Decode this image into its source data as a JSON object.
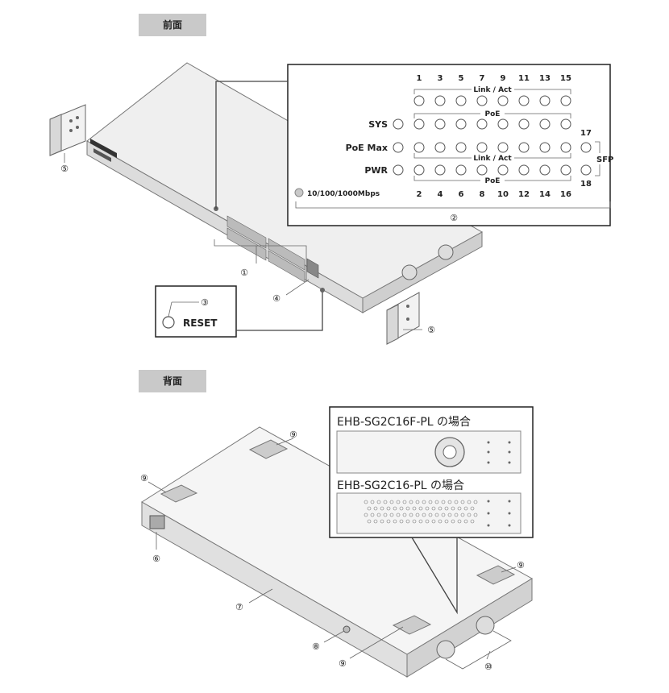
{
  "sections": {
    "front": "前面",
    "back": "背面"
  },
  "callouts": {
    "c1": "①",
    "c2": "②",
    "c3": "③",
    "c4": "④",
    "c5a": "⑤",
    "c5b": "⑤",
    "c6": "⑥",
    "c7": "⑦",
    "c8": "⑧",
    "c9a": "⑨",
    "c9b": "⑨",
    "c9c": "⑨",
    "c9d": "⑨",
    "c10": "⑩"
  },
  "led_panel": {
    "top_ports": [
      "1",
      "3",
      "5",
      "7",
      "9",
      "11",
      "13",
      "15"
    ],
    "bottom_ports": [
      "2",
      "4",
      "6",
      "8",
      "10",
      "12",
      "14",
      "16"
    ],
    "link_act_top": "Link / Act",
    "poe_top": "PoE",
    "link_act_bottom": "Link / Act",
    "poe_bottom": "PoE",
    "sys": "SYS",
    "poe_max": "PoE Max",
    "pwr": "PWR",
    "speed_legend": "10/100/1000Mbps",
    "sfp_17": "17",
    "sfp_18": "18",
    "sfp": "SFP"
  },
  "reset_label": "RESET",
  "back_inset": {
    "model_a": "EHB-SG2C16F-PL の場合",
    "model_b": "EHB-SG2C16-PL の場合"
  }
}
